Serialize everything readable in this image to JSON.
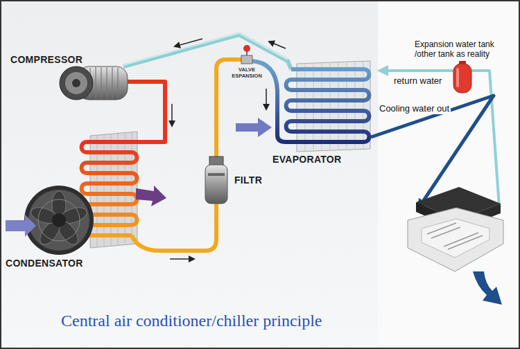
{
  "diagram": {
    "caption": "Central air conditioner/chiller principle",
    "labels": [
      "COMPRESSOR",
      "VALVE ESPANSION",
      "Expansion water tank /other tank as reality",
      "return water",
      "Cooling water out",
      "EVAPORATOR",
      "FILTR",
      "CONDENSATOR"
    ]
  }
}
